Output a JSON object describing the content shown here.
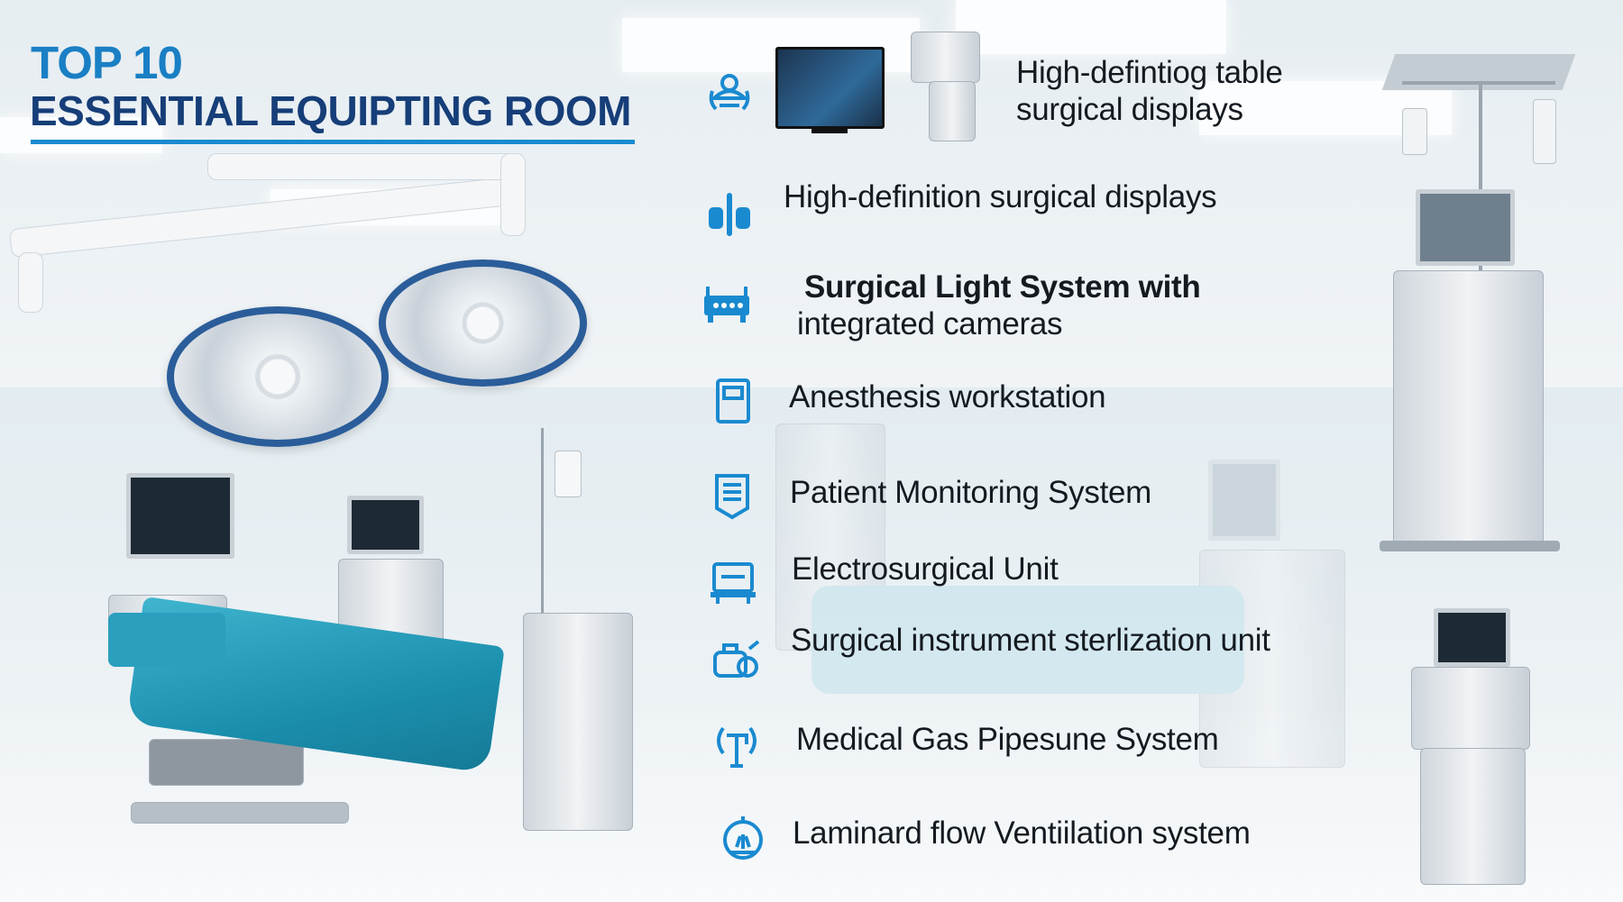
{
  "header": {
    "title_top": "TOP 10",
    "title_main": "ESSENTIAL EQUIPTING ROOM"
  },
  "colors": {
    "accent_blue": "#1a8ad0",
    "title_navy": "#163e78",
    "drape_teal": "#1b8fae"
  },
  "items": [
    {
      "icon": "surgeon-icon",
      "line1": "High-defintiog table",
      "line2": "surgical displays"
    },
    {
      "icon": "surgical-tool-icon",
      "line1": "High-definition surgical displays"
    },
    {
      "icon": "operating-table-icon",
      "line1": "Surgical Light System with",
      "line2": "integrated cameras"
    },
    {
      "icon": "workstation-icon",
      "line1": "Anesthesis workstation"
    },
    {
      "icon": "monitor-device-icon",
      "line1": "Patient Monitoring System"
    },
    {
      "icon": "electrosurgical-unit-icon",
      "line1": "Electrosurgical Unit"
    },
    {
      "icon": "sterilizer-icon",
      "line1": "Surgical instrument sterlization unit"
    },
    {
      "icon": "gas-pipeline-icon",
      "line1": "Medical Gas Pipesune System"
    },
    {
      "icon": "ventilation-icon",
      "line1": "Laminard flow Ventiilation system"
    }
  ]
}
